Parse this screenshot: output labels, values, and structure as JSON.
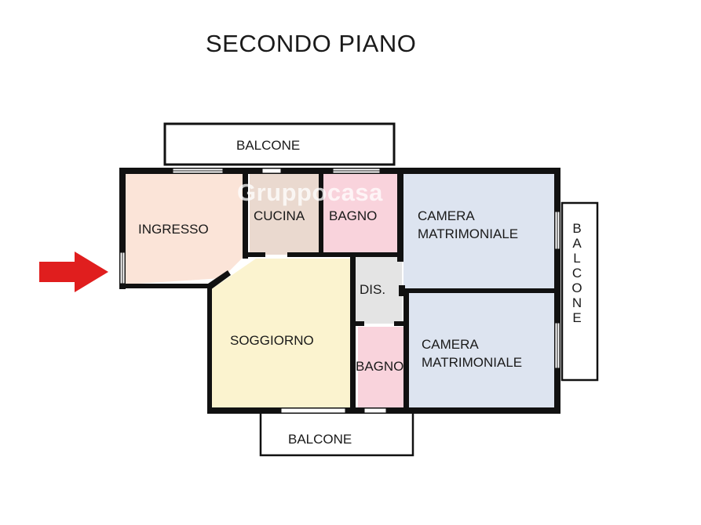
{
  "title": "SECONDO PIANO",
  "watermark": "Gruppocasa",
  "rooms": {
    "balcone_top": "BALCONE",
    "ingresso": "INGRESSO",
    "cucina": "CUCINA",
    "bagno_1": "BAGNO",
    "camera_1_line1": "CAMERA",
    "camera_1_line2": "MATRIMONIALE",
    "dis": "DIS.",
    "soggiorno": "SOGGIORNO",
    "bagno_2": "BAGNO",
    "camera_2_line1": "CAMERA",
    "camera_2_line2": "MATRIMONIALE",
    "balcone_bottom": "BALCONE",
    "balcone_right": "B\nA\nL\nC\nO\nN\nE"
  },
  "colors": {
    "ingresso": "#fbe4d8",
    "cucina": "#ead9cf",
    "bagno": "#f9d3dc",
    "camera": "#dde4f0",
    "dis": "#e4e4e4",
    "soggiorno": "#fbf3cf",
    "wall": "#111111",
    "arrow": "#e01e1e"
  },
  "icons": [
    "entrance-arrow-icon"
  ]
}
